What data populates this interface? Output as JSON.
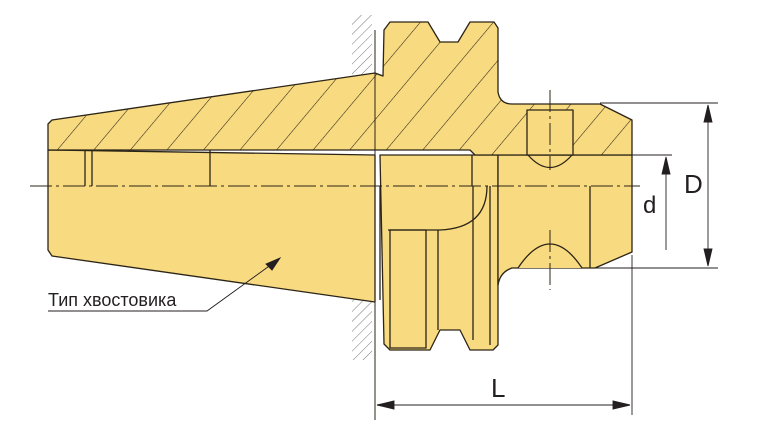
{
  "drawing": {
    "shank_label": "Тип хвостовика",
    "dim_L": "L",
    "dim_D": "D",
    "dim_d": "d"
  },
  "colors": {
    "body_fill": "#f8da80",
    "outline": "#2b2417",
    "dimension_line": "#231f20"
  }
}
